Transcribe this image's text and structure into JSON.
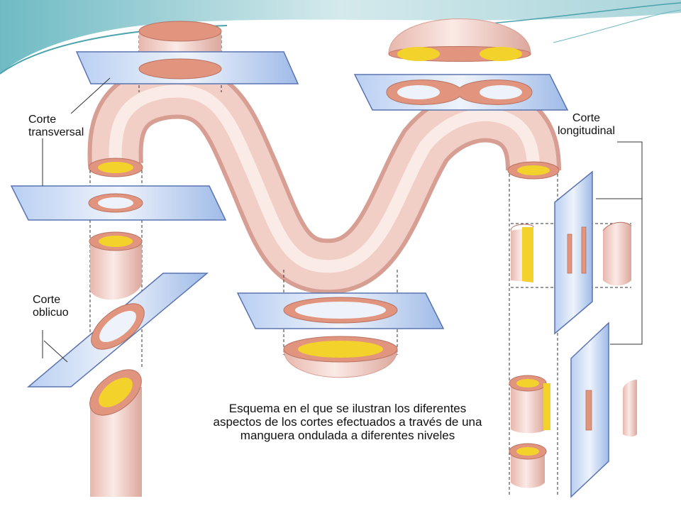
{
  "labels": {
    "transversal": "Corte\ntransversal",
    "oblicuo": "Corte\noblicuo",
    "longitudinal": "Corte\nlongitudinal"
  },
  "caption": "Esquema en el que se ilustran los diferentes aspectos de los cortes efectuados a través de una manguera ondulada a diferentes niveles",
  "colors": {
    "tube": "#f2cfc6",
    "tube_edge": "#d89c90",
    "lumen": "#f2d22b",
    "wall_cut": "#e2957e",
    "plane": "#a9c3ec",
    "header_teal": "#7fc3c9"
  }
}
